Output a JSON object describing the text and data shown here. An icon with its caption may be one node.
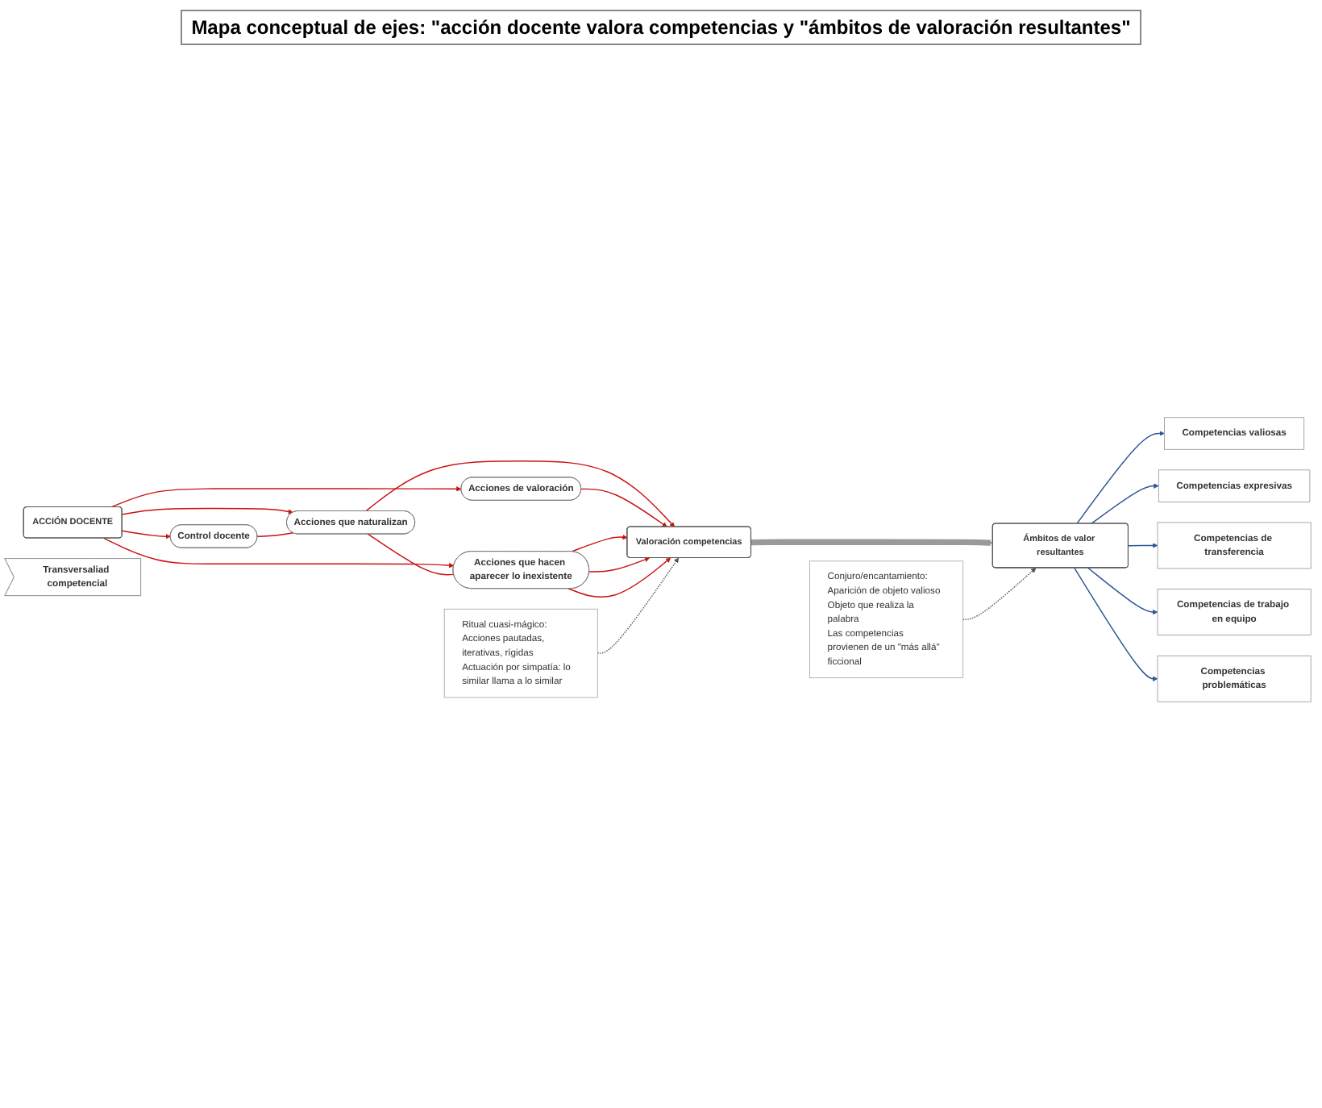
{
  "diagram": {
    "title": "Mapa conceptual de ejes: \"acción docente valora competencias y \"ámbitos de valoración resultantes\"",
    "nodes": [
      {
        "text": [
          "ACCIÓN DOCENTE"
        ]
      },
      {
        "text": [
          "Control docente"
        ]
      },
      {
        "text": [
          "Acciones que naturalizan"
        ]
      },
      {
        "text": [
          "Acciones de valoración"
        ]
      },
      {
        "text": [
          "Acciones que hacen aparecer lo inexistente"
        ]
      },
      {
        "text": [
          "Valoración competencias"
        ]
      },
      {
        "text": [
          "Ámbitos de valor resultantes"
        ]
      },
      {
        "text": [
          "Competencias valiosas"
        ]
      },
      {
        "text": [
          "Competencias expresivas"
        ]
      },
      {
        "text": [
          "Competencias de transferencia"
        ]
      },
      {
        "text": [
          "Competencias de trabajo en equipo"
        ]
      },
      {
        "text": [
          "Competencias problemáticas"
        ]
      },
      {
        "text": [
          "Transversaliad competencial"
        ]
      },
      {
        "text": [
          "Ritual cuasi-mágico:",
          "Acciones pautadas, iterativas, rígidas",
          "Actuación por simpatía: lo similar llama a lo similar"
        ]
      },
      {
        "text": [
          "Conjuro/encantamiento:",
          "Aparición de objeto valioso",
          "Objeto que realiza la palabra",
          "Las competencias provienen de un \"más allá\" ficcional"
        ]
      }
    ],
    "edges": [
      {
        "from": 0,
        "to": 1,
        "arrow": "to"
      },
      {
        "from": 0,
        "to": 2,
        "arrow": "to"
      },
      {
        "from": 0,
        "to": 3,
        "arrow": "to"
      },
      {
        "from": 0,
        "to": 4,
        "arrow": "to"
      },
      {
        "from": 1,
        "to": 2,
        "arrow": "none"
      },
      {
        "from": 2,
        "to": 4,
        "arrow": "none"
      },
      {
        "from": 2,
        "to": 5,
        "arrow": "to"
      },
      {
        "from": 3,
        "to": 5,
        "arrow": "to"
      },
      {
        "from": 4,
        "to": 5,
        "arrow": "to"
      },
      {
        "from": 4,
        "to": 5,
        "arrow": "to"
      },
      {
        "from": 4,
        "to": 5,
        "arrow": "to"
      },
      {
        "from": 5,
        "to": 6,
        "arrow": "to",
        "style": "thick",
        "color": "#9a9a9a"
      },
      {
        "from": 6,
        "to": 7,
        "arrow": "to",
        "color": "#2f5597"
      },
      {
        "from": 6,
        "to": 8,
        "arrow": "to",
        "color": "#2f5597"
      },
      {
        "from": 6,
        "to": 9,
        "arrow": "to",
        "color": "#2f5597"
      },
      {
        "from": 6,
        "to": 10,
        "arrow": "to",
        "color": "#2f5597"
      },
      {
        "from": 6,
        "to": 11,
        "arrow": "to",
        "color": "#2f5597"
      },
      {
        "from": 13,
        "to": 5,
        "arrow": "to",
        "style": "dashed",
        "color": "#555555"
      },
      {
        "from": 14,
        "to": 6,
        "arrow": "to",
        "style": "dashed",
        "color": "#555555"
      }
    ]
  }
}
